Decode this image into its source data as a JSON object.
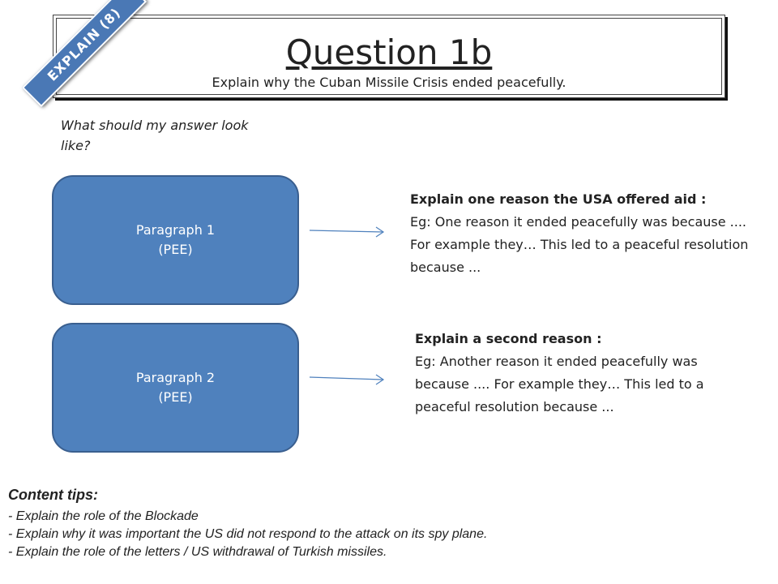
{
  "header": {
    "title": "Question 1b",
    "subtitle": "Explain why the Cuban Missile Crisis ended peacefully."
  },
  "ribbon": {
    "label": "EXPLAIN (8)"
  },
  "hint": {
    "text": "What should my answer look like?"
  },
  "paragraphs": [
    {
      "title": "Paragraph 1",
      "subtitle": "(PEE)",
      "explain_heading": "Explain one reason the USA offered aid :",
      "explain_body": "Eg: One reason it ended peacefully was because .... For example they… This led to a peaceful resolution because ..."
    },
    {
      "title": "Paragraph 2",
      "subtitle": "(PEE)",
      "explain_heading": "Explain a second reason :",
      "explain_body": "Eg: Another reason it ended peacefully was because .... For example they… This led to a peaceful resolution because ..."
    }
  ],
  "tips": {
    "heading": "Content tips:",
    "items": [
      "- Explain the role of the Blockade",
      "- Explain why it was important the US did not respond to the attack on its spy plane.",
      "- Explain the role of the letters / US withdrawal of Turkish missiles."
    ]
  },
  "colors": {
    "box_fill": "#4f81bd",
    "ribbon_fill": "#4a78b5",
    "arrow": "#4f81bd"
  }
}
